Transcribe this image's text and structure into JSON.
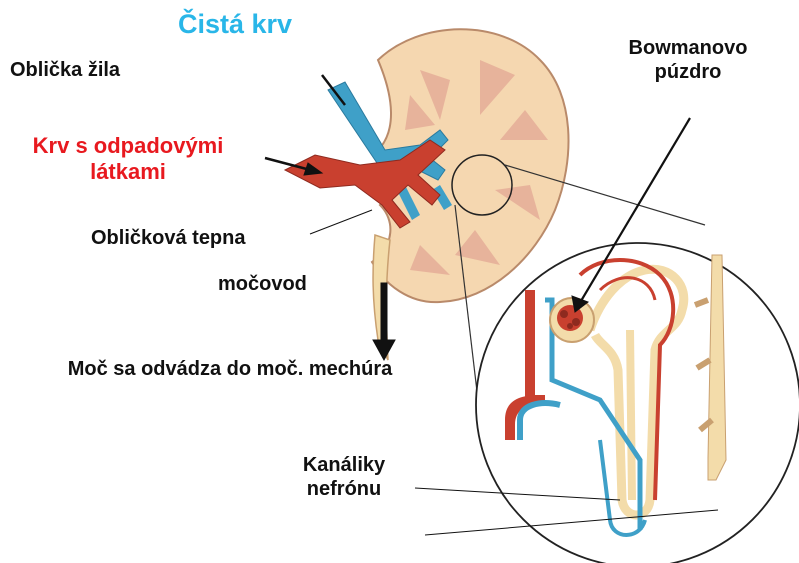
{
  "labels": {
    "cista_krv": "Čistá krv",
    "oblickova_zila": "Oblička žila",
    "krv_s_odpadovymi": "Krv s odpadovými látkami",
    "oblickova_tepna": "Obličková tepna",
    "mocovod": "močovod",
    "moc_odvadza": "Moč sa odvádza do moč. mechúra",
    "bowmanovo_puzdro": "Bowmanovo púzdro",
    "kanaliky_nefronu": "Kanáliky nefrónu"
  },
  "colors": {
    "clean_blood": "#29b6e8",
    "waste_blood": "#e8191f",
    "vein": "#3fa0c8",
    "artery": "#c9402f",
    "kidney_cortex": "#f5d7b0",
    "kidney_medulla": "#e7b39b",
    "tubule": "#f3dcaa"
  },
  "icons": [
    "kidney-illustration",
    "renal-vein",
    "renal-artery",
    "ureter",
    "nephron-magnified",
    "glomerulus",
    "pointer-arrow"
  ]
}
